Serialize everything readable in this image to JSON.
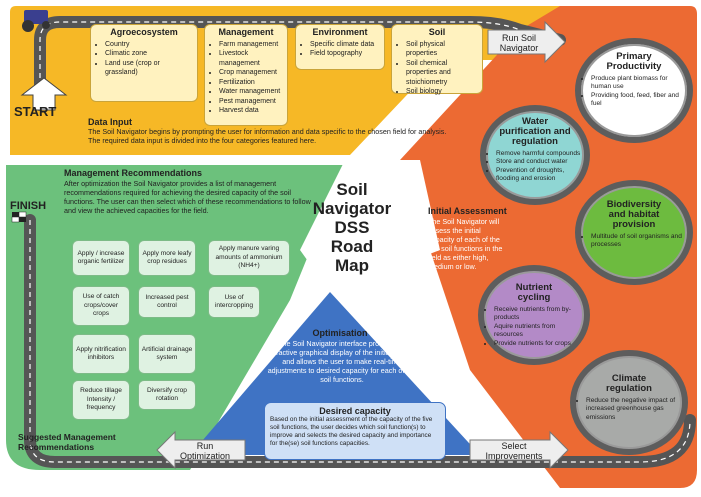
{
  "title": [
    "Soil",
    "Navigator",
    "DSS",
    "Road Map"
  ],
  "start_label": "START",
  "finish_label": "FINISH",
  "data_input": {
    "heading": "Data Input",
    "text": "The Soil Navigator begins by prompting the user for information and data specific to the chosen field for analysis. The required data input is divided into the four categories featured here.",
    "categories": [
      {
        "title": "Agroecosystem",
        "items": [
          "Country",
          "Climatic zone",
          "Land use (crop or grassland)"
        ]
      },
      {
        "title": "Management",
        "items": [
          "Farm management",
          "Livestock management",
          "Crop management",
          "Fertilization",
          "Water management",
          "Pest management",
          "Harvest data"
        ]
      },
      {
        "title": "Environment",
        "items": [
          "Specific climate data",
          "Field topography"
        ]
      },
      {
        "title": "Soil",
        "items": [
          "Soil physical properties",
          "Soil chemical properties and stoichiometry",
          "Soil biology"
        ]
      }
    ]
  },
  "arrows": {
    "run_soil_navigator": [
      "Run Soil",
      "Navigator"
    ],
    "select_improvements": [
      "Select",
      "Improvements"
    ],
    "run_optimization": [
      "Run",
      "Optimization"
    ]
  },
  "initial_assessment": {
    "heading": "Initial Assessment",
    "text": "The Soil Navigator will assess the initial capacity of each of the five soil functions in the field as either high, medium or low."
  },
  "functions": [
    {
      "title": [
        "Primary",
        "Productivity"
      ],
      "items": [
        "Produce plant biomass for human use",
        "Providing food, feed, fiber and fuel"
      ],
      "color": "#ffffff"
    },
    {
      "title": [
        "Water",
        "purification and",
        "regulation"
      ],
      "items": [
        "Remove harmful compounds",
        "Store and conduct water",
        "Prevention of droughts, flooding and erosion"
      ],
      "color": "#8fd6d3"
    },
    {
      "title": [
        "Biodiversity",
        "and habitat",
        "provision"
      ],
      "items": [
        "Multitude of soil organisms and processes"
      ],
      "color": "#6dbb3f"
    },
    {
      "title": [
        "Nutrient",
        "cycling"
      ],
      "items": [
        "Receive nutrients from by-products",
        "Aquire nutrients from resources",
        "Provide nutrients for crops"
      ],
      "color": "#b38ac7"
    },
    {
      "title": [
        "Climate",
        "regulation"
      ],
      "items": [
        "Reduce the negative impact of increased greenhouse gas emissions"
      ],
      "color": "#a8aaa8"
    }
  ],
  "management": {
    "heading": "Management Recommendations",
    "text": "After optimization the Soil Navigator provides a list of management recommendations required for achieving the desired capacity of the soil functions. The user can then select which of these recommendations to follow and view the achieved capacities for the field.",
    "suggested_label": [
      "Suggested Management",
      "Recommendations"
    ],
    "recommendations": [
      "Apply / increase organic fertilizer",
      "Apply more leafy crop residues",
      "Apply manure varing amounts of ammonium (NH4+)",
      "Use of catch crops/cover crops",
      "Increased pest control",
      "Use of intercropping",
      "Apply nitrification inhibitors",
      "Artificial drainage system",
      "Reduce tillage Intensity / frequency",
      "Diversify crop rotation"
    ]
  },
  "optimisation": {
    "heading": "Optimisation",
    "text": "The Soil Navigator interface provides an interactive graphical display of the initial capacity and allows the user to make real-time adjustments to desired capacity for each of the soil functions.",
    "desired_heading": "Desired capacity",
    "desired_text": "Based on the initial assessment of the capacity of the five soil functions, the user decides which soil function(s) to improve and selects the desired capacity and importance for the(se) soil functions capacities."
  },
  "colors": {
    "yellow": "#f6b826",
    "orange": "#ec6a33",
    "green": "#6cc17c",
    "blue": "#3f73c4",
    "road": "#555555"
  }
}
